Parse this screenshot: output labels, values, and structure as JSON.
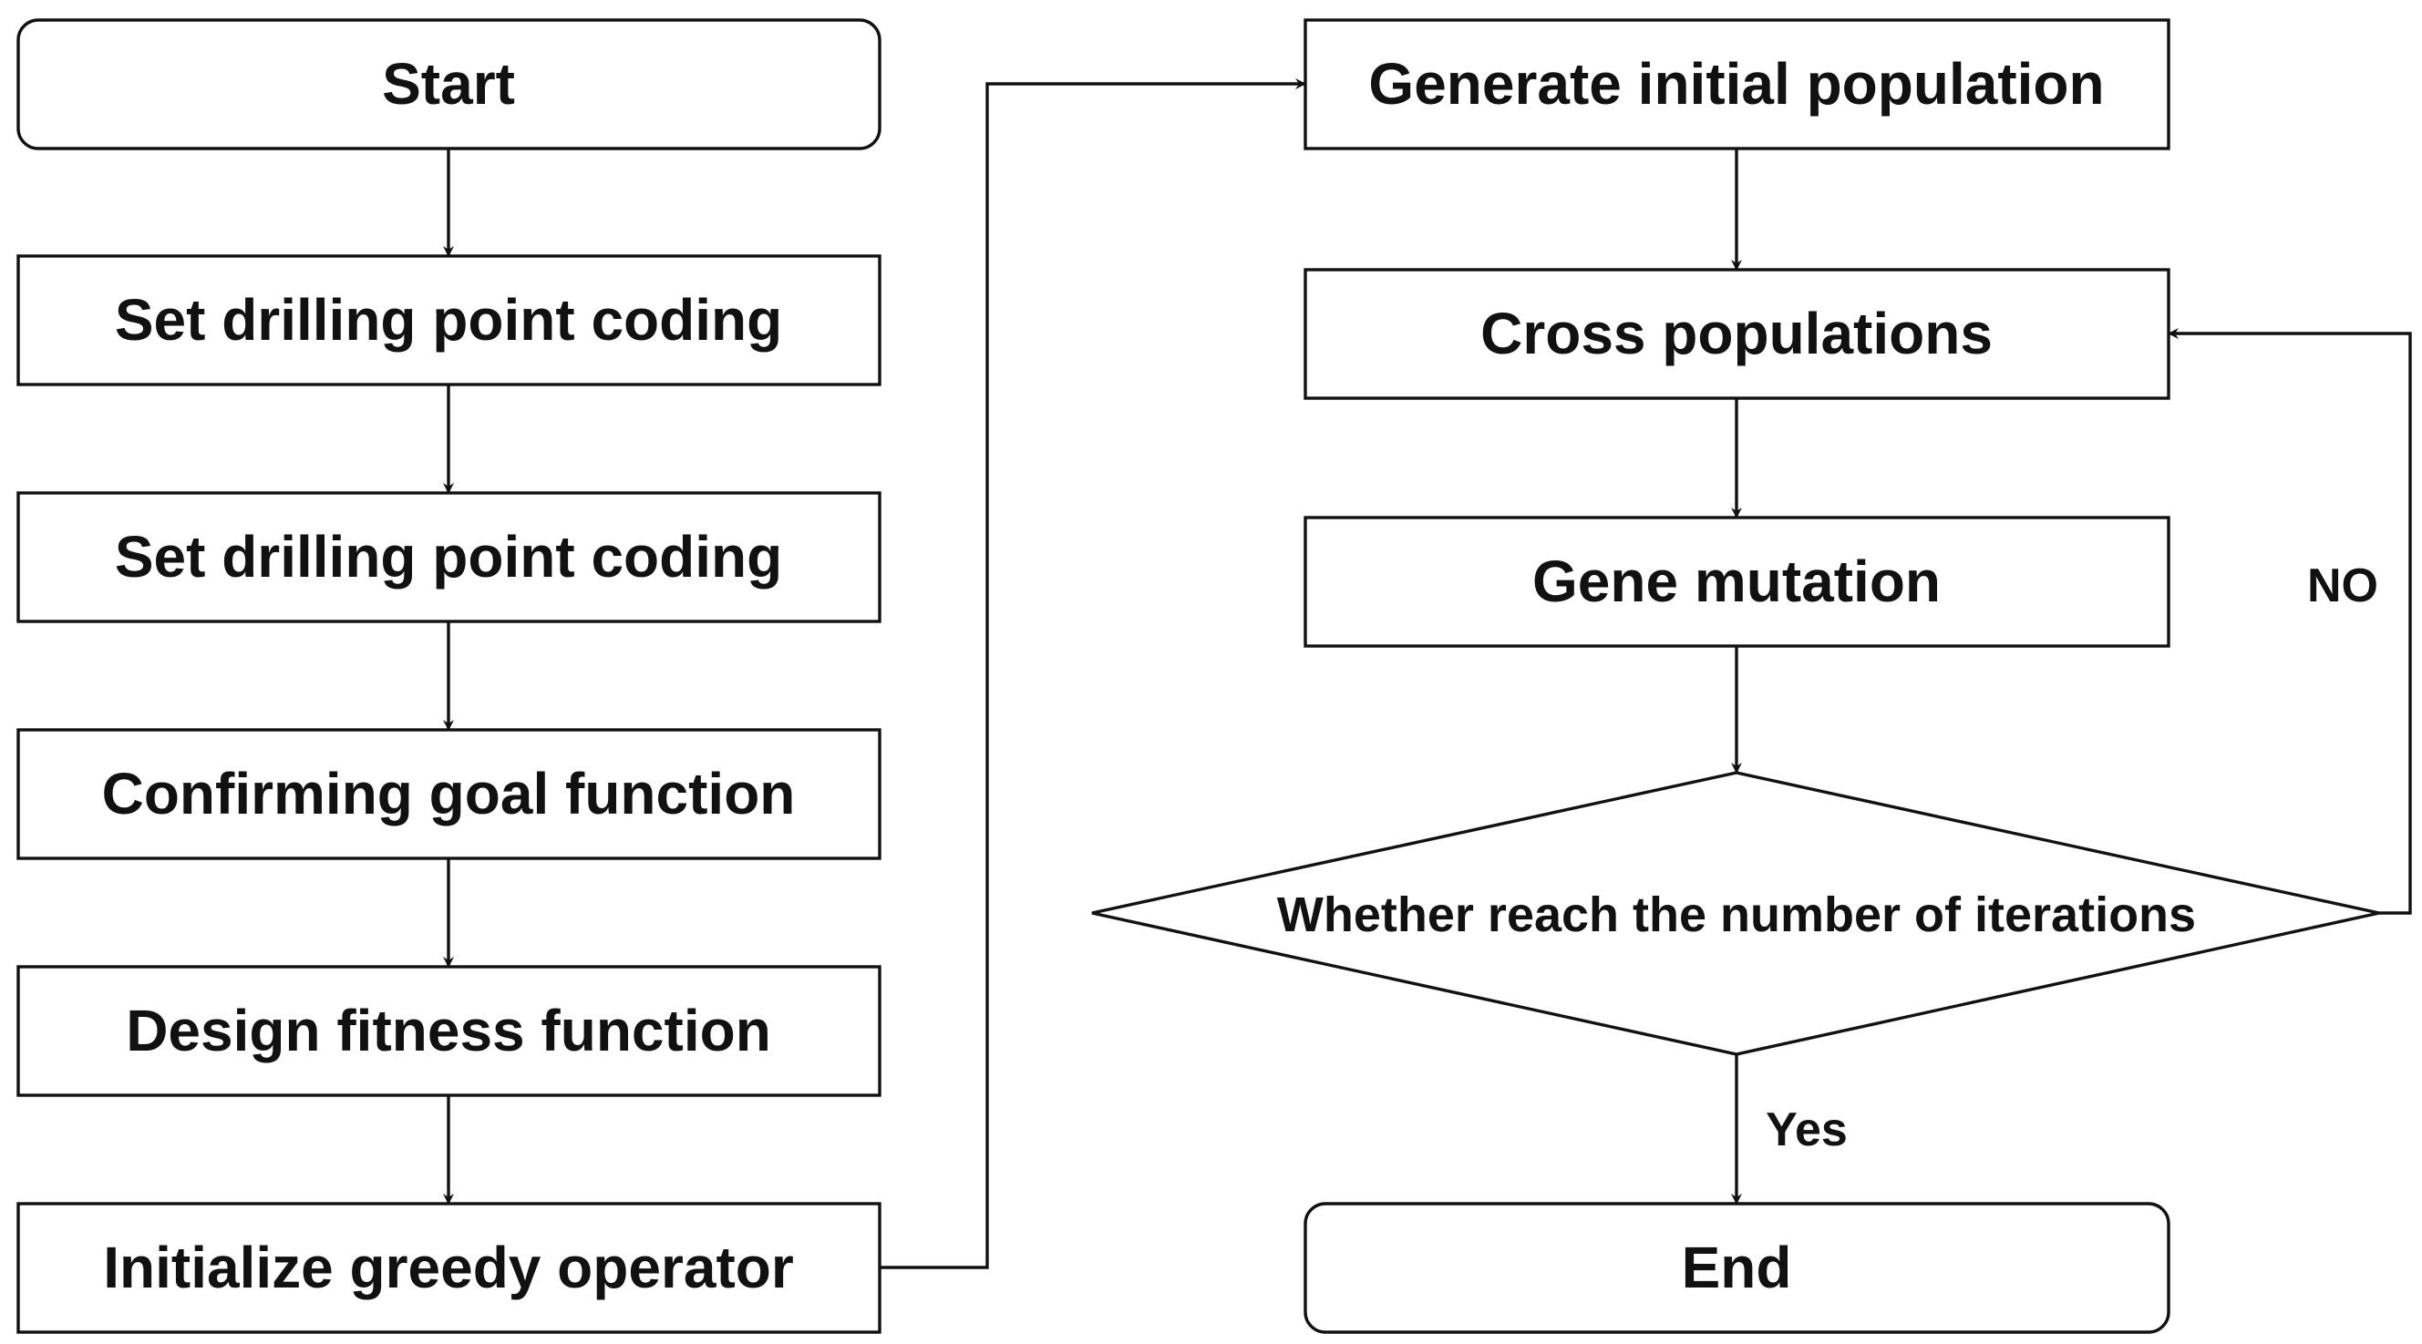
{
  "nodes": {
    "start": "Start",
    "set_coding_1": "Set drilling point coding",
    "set_coding_2": "Set drilling point coding",
    "goal_function": "Confirming goal function",
    "fitness_function": "Design fitness function",
    "greedy_operator": "Initialize greedy operator",
    "initial_population": "Generate initial population",
    "cross_populations": "Cross populations",
    "gene_mutation": "Gene mutation",
    "decision": "Whether reach the number of iterations",
    "end": "End"
  },
  "edge_labels": {
    "no": "NO",
    "yes": "Yes"
  },
  "colors": {
    "line": "#111111",
    "fill": "#ffffff"
  }
}
